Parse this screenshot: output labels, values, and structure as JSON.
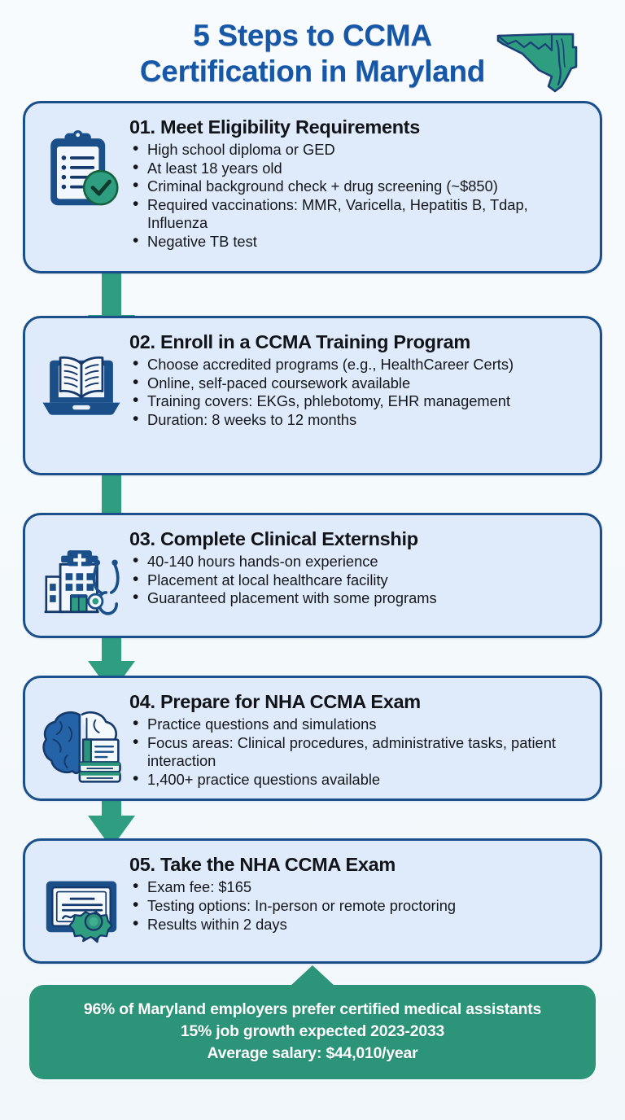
{
  "header": {
    "title_line1": "5 Steps to CCMA",
    "title_line2": "Certification in Maryland",
    "map_icon": "maryland-state-map-icon",
    "title_color": "#1657a8",
    "map_fill": "#2f9d80",
    "map_stroke": "#1b3f78"
  },
  "theme": {
    "page_background": "#f6fafd",
    "card_background": "#dfebfa",
    "card_border": "#1b4f8a",
    "arrow_color": "#2f9d80",
    "banner_background": "#2b9479",
    "text_color": "#14181d",
    "heading_color": "#111418"
  },
  "steps": [
    {
      "number": "01.",
      "title": "01. Meet Eligibility Requirements",
      "icon": "clipboard-check-icon",
      "bullets": [
        "High school diploma or GED",
        "At least 18 years old",
        "Criminal background check + drug screening (~$850)",
        "Required vaccinations: MMR, Varicella, Hepatitis B, Tdap, Influenza",
        "Negative TB test"
      ]
    },
    {
      "number": "02.",
      "title": "02. Enroll in a CCMA Training Program",
      "icon": "laptop-book-icon",
      "bullets": [
        "Choose accredited programs (e.g., HealthCareer Certs)",
        "Online, self-paced coursework available",
        "Training covers: EKGs, phlebotomy, EHR management",
        "Duration: 8 weeks to 12 months"
      ]
    },
    {
      "number": "03.",
      "title": "03. Complete Clinical Externship",
      "icon": "hospital-stethoscope-icon",
      "bullets": [
        "40-140 hours hands-on experience",
        "Placement at local healthcare facility",
        "Guaranteed placement with some programs"
      ]
    },
    {
      "number": "04.",
      "title": "04. Prepare for NHA CCMA Exam",
      "icon": "brain-books-icon",
      "bullets": [
        "Practice questions and simulations",
        "Focus areas: Clinical procedures, administrative tasks, patient interaction",
        "1,400+ practice questions available"
      ]
    },
    {
      "number": "05.",
      "title": "05. Take the NHA CCMA Exam",
      "icon": "certificate-ribbon-icon",
      "bullets": [
        "Exam fee: $165",
        "Testing options: In-person or remote proctoring",
        "Results within 2 days"
      ]
    }
  ],
  "banner": {
    "line1": "96% of Maryland employers prefer certified medical assistants",
    "line2": "15% job growth expected 2023-2033",
    "line3": "Average salary: $44,010/year"
  }
}
